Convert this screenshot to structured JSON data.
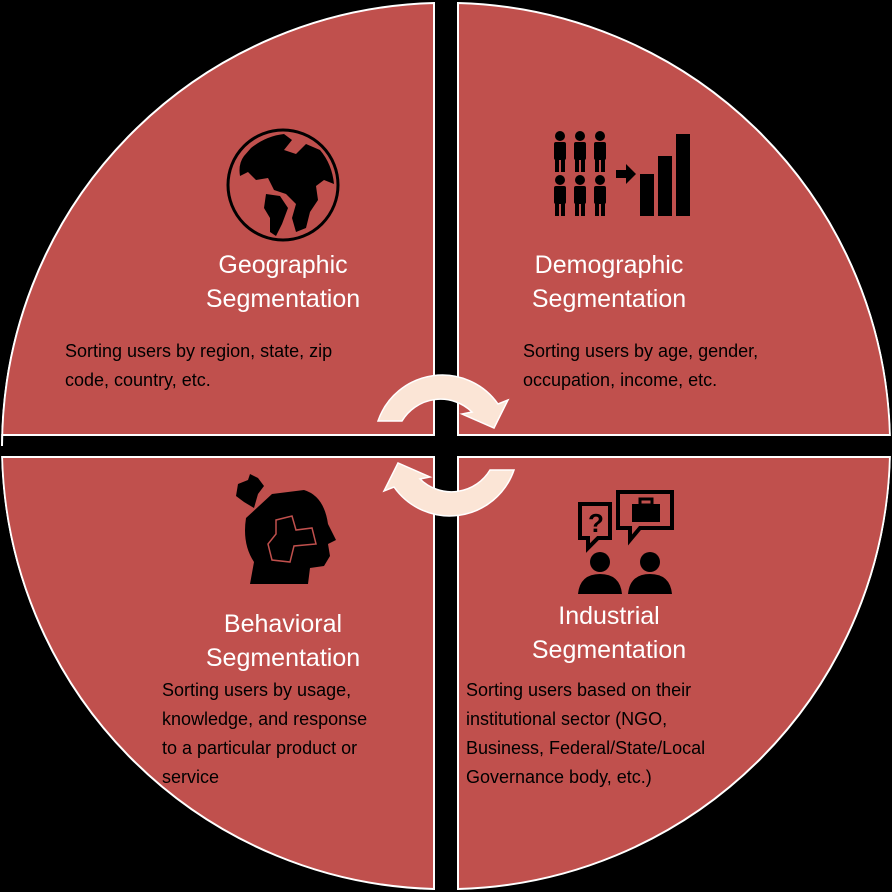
{
  "diagram": {
    "colors": {
      "quadrant_fill": "#C0504D",
      "background": "#000000",
      "border": "#FFFFFF",
      "arrow_fill": "#FBE5D6"
    },
    "quadrants": [
      {
        "id": "geographic",
        "icon": "globe-icon",
        "title_line1": "Geographic",
        "title_line2": "Segmentation",
        "desc_lines": [
          "Sorting users by region, state, zip",
          "code, country, etc."
        ]
      },
      {
        "id": "demographic",
        "icon": "people-bar-chart-icon",
        "title_line1": "Demographic",
        "title_line2": "Segmentation",
        "desc_lines": [
          "Sorting users by age, gender,",
          "occupation, income, etc."
        ]
      },
      {
        "id": "behavioral",
        "icon": "head-puzzle-icon",
        "title_line1": "Behavioral",
        "title_line2": "Segmentation",
        "desc_lines": [
          "Sorting users by usage,",
          "knowledge, and response",
          "to a particular product or",
          "service"
        ]
      },
      {
        "id": "industrial",
        "icon": "people-speech-bubbles-icon",
        "title_line1": "Industrial",
        "title_line2": "Segmentation",
        "desc_lines": [
          "Sorting users based on their",
          "institutional sector (NGO,",
          "Business, Federal/State/Local",
          "Governance body, etc.)"
        ]
      }
    ],
    "center": {
      "icon": "cycle-arrows-icon"
    }
  }
}
